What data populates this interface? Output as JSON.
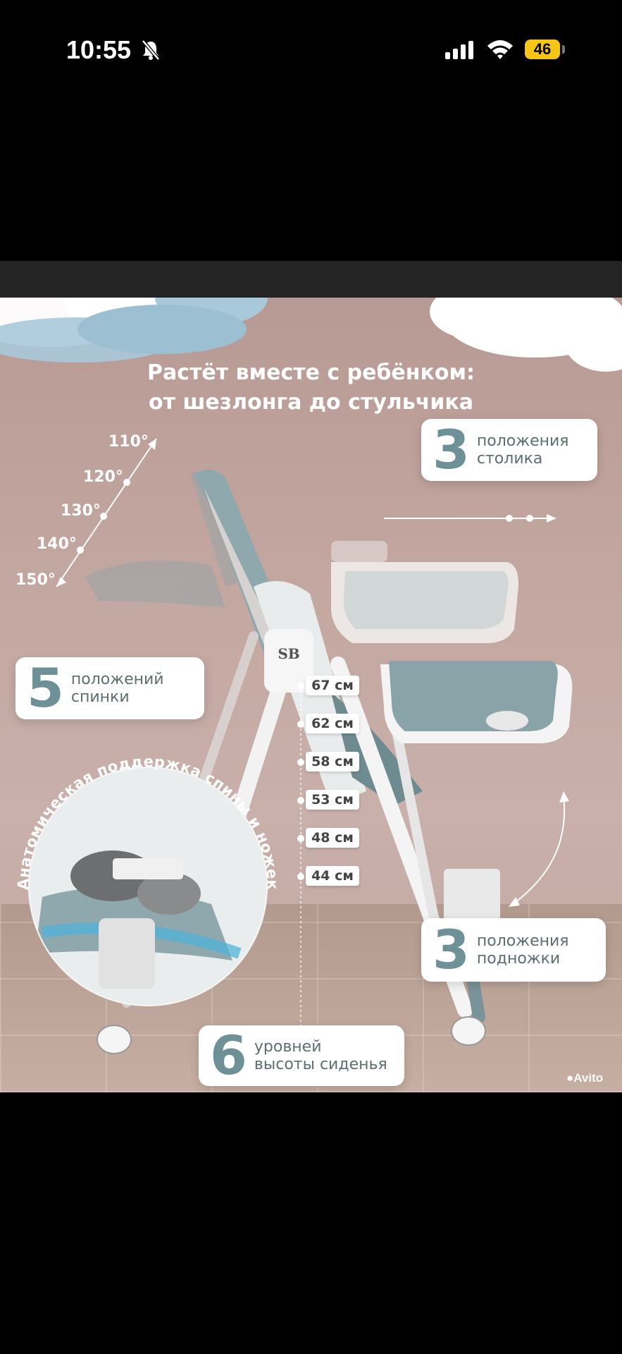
{
  "status_bar": {
    "time": "10:55",
    "battery": "46"
  },
  "photo": {
    "headline_line1": "Растёт вместе с ребёнком:",
    "headline_line2": "от шезлонга до стульчика",
    "angles": [
      "110°",
      "120°",
      "130°",
      "140°",
      "150°"
    ],
    "callouts": {
      "tray": {
        "number": "3",
        "line1": "положения",
        "line2": "столика"
      },
      "backrest": {
        "number": "5",
        "line1": "положений",
        "line2": "спинки"
      },
      "footrest": {
        "number": "3",
        "line1": "положения",
        "line2": "подножки"
      },
      "seat_height": {
        "number": "6",
        "line1": "уровней",
        "line2": "высоты сиденья"
      }
    },
    "heights": [
      "67 см",
      "62 см",
      "58 см",
      "53 см",
      "48 см",
      "44 см"
    ],
    "curved_caption": "Анатомическая поддержка спины и ножек",
    "logo_text": "SB",
    "watermark": "Avito"
  },
  "colors": {
    "accent": "#6e9197",
    "wall": "#c4a8a2",
    "battery": "#f5c518"
  }
}
